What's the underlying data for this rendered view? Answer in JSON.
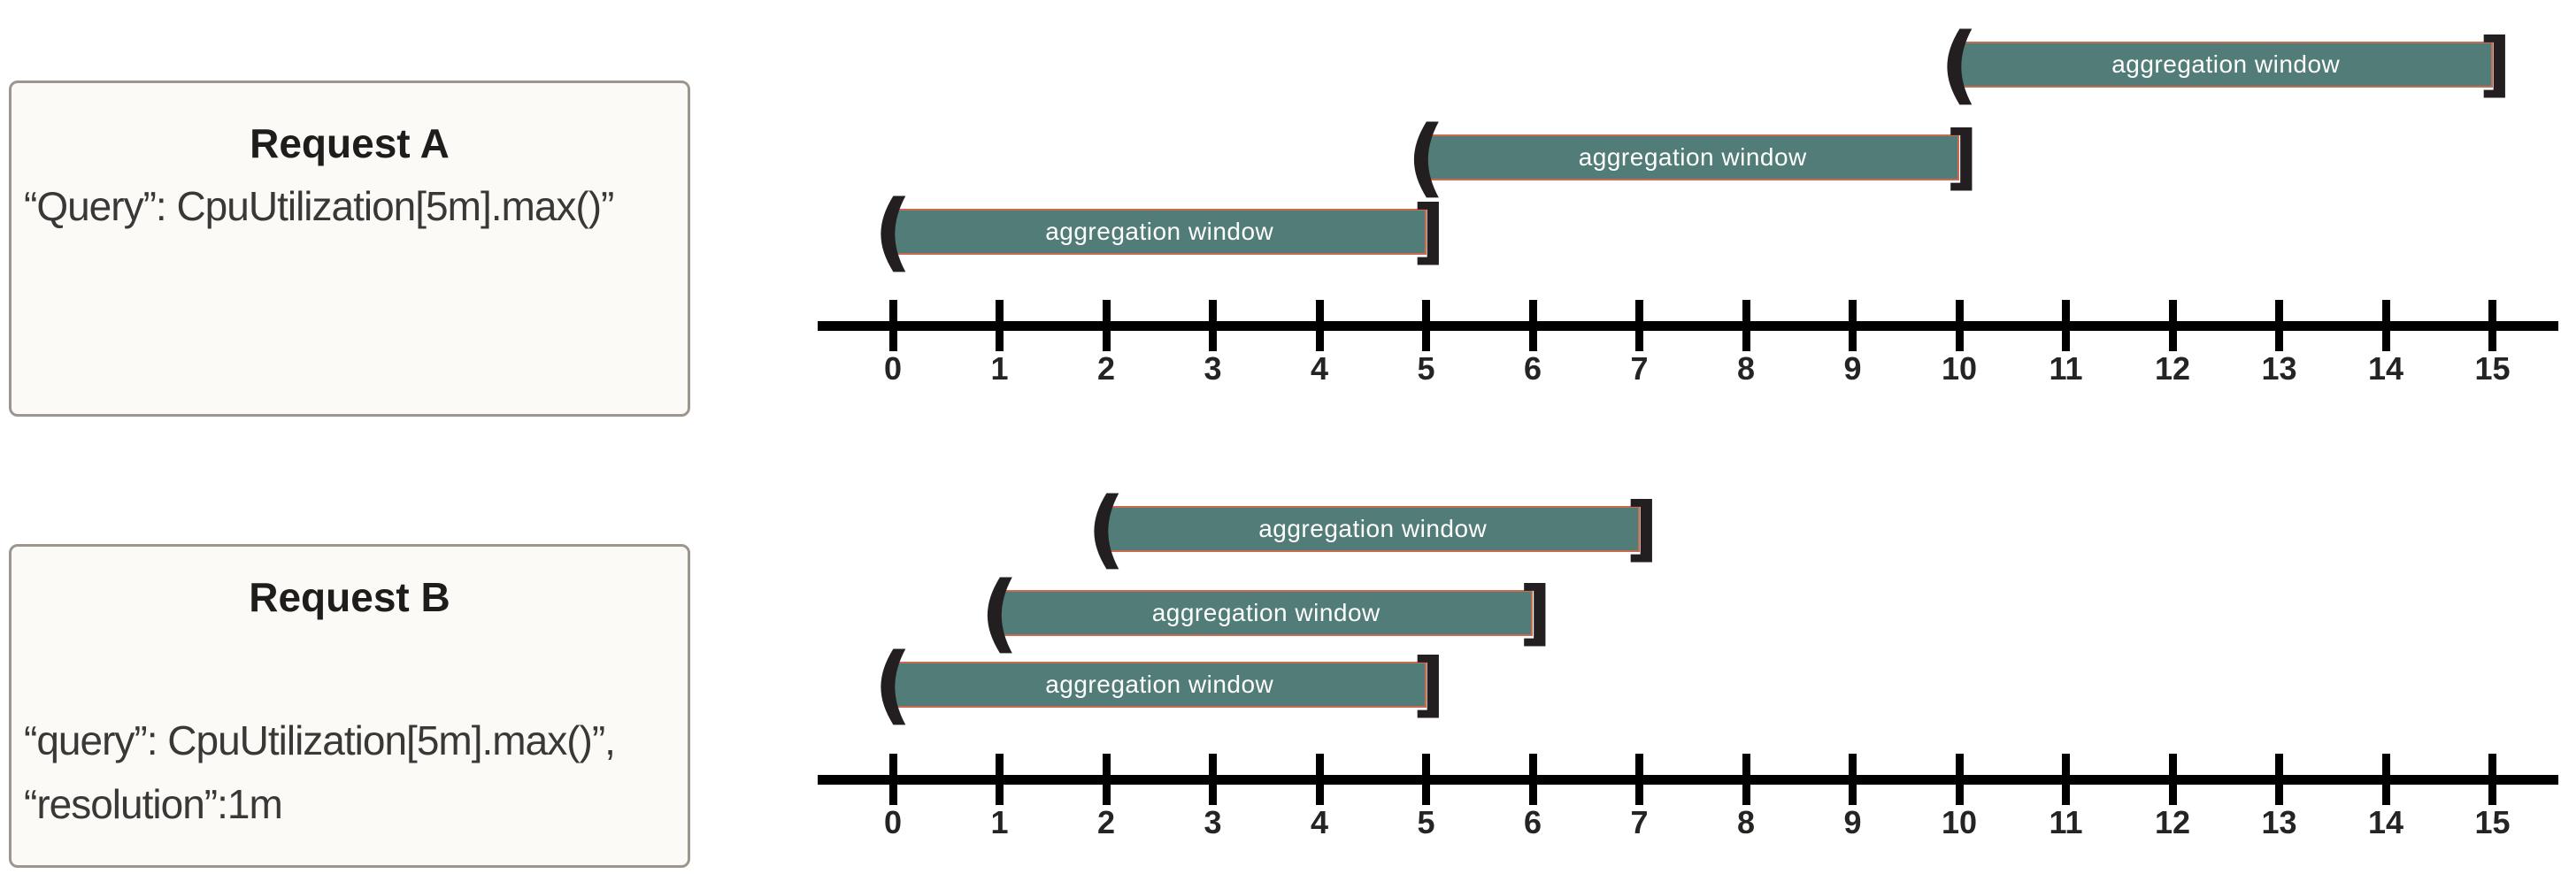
{
  "colors": {
    "page_background": "#ffffff",
    "box_background": "#fbfaf7",
    "box_border": "#9d968f",
    "bar_fill": "#517c77",
    "bar_border": "#c96a52",
    "bar_label_text": "#ffffff",
    "bracket": "#231f20",
    "axis": "#000000"
  },
  "markers": {
    "open": "(",
    "close": "]"
  },
  "request_a": {
    "title": "Request A",
    "lines": [
      "“Query”: CpuUtilization[5m].max()”"
    ]
  },
  "request_b": {
    "title": "Request B",
    "lines": [
      "“query”: CpuUtilization[5m].max()”,",
      "“resolution”:1m"
    ]
  },
  "timeline_a": {
    "axis_range": [
      0,
      15
    ],
    "tick_labels": [
      "0",
      "1",
      "2",
      "3",
      "4",
      "5",
      "6",
      "7",
      "8",
      "9",
      "10",
      "11",
      "12",
      "13",
      "14",
      "15"
    ],
    "windows": [
      {
        "label": "aggregation window",
        "start": 0,
        "end": 5,
        "row": 0
      },
      {
        "label": "aggregation window",
        "start": 5,
        "end": 10,
        "row": 1
      },
      {
        "label": "aggregation window",
        "start": 10,
        "end": 15,
        "row": 2
      }
    ]
  },
  "timeline_b": {
    "axis_range": [
      0,
      15
    ],
    "tick_labels": [
      "0",
      "1",
      "2",
      "3",
      "4",
      "5",
      "6",
      "7",
      "8",
      "9",
      "10",
      "11",
      "12",
      "13",
      "14",
      "15"
    ],
    "windows": [
      {
        "label": "aggregation window",
        "start": 0,
        "end": 5,
        "row": 0
      },
      {
        "label": "aggregation window",
        "start": 1,
        "end": 6,
        "row": 1
      },
      {
        "label": "aggregation window",
        "start": 2,
        "end": 7,
        "row": 2
      }
    ]
  }
}
